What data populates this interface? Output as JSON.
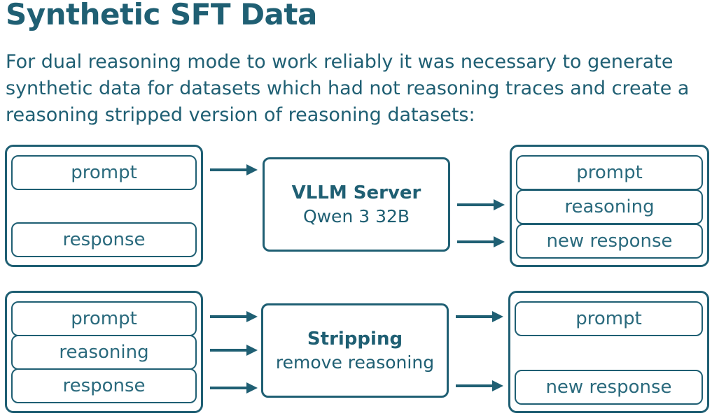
{
  "title": "Synthetic SFT Data",
  "intro": "For dual reasoning mode to work reliably it was necessary to generate synthetic data for datasets which had not reasoning traces and create a reasoning stripped version of reasoning datasets:",
  "colors": {
    "accent": "#1f5f73"
  },
  "row1": {
    "input_fields": [
      "prompt",
      "response"
    ],
    "process_title": "VLLM Server",
    "process_subtitle": "Qwen 3 32B",
    "output_fields": [
      "prompt",
      "reasoning",
      "new response"
    ]
  },
  "row2": {
    "input_fields": [
      "prompt",
      "reasoning",
      "response"
    ],
    "process_title": "Stripping",
    "process_subtitle": "remove reasoning",
    "output_fields": [
      "prompt",
      "new response"
    ]
  }
}
